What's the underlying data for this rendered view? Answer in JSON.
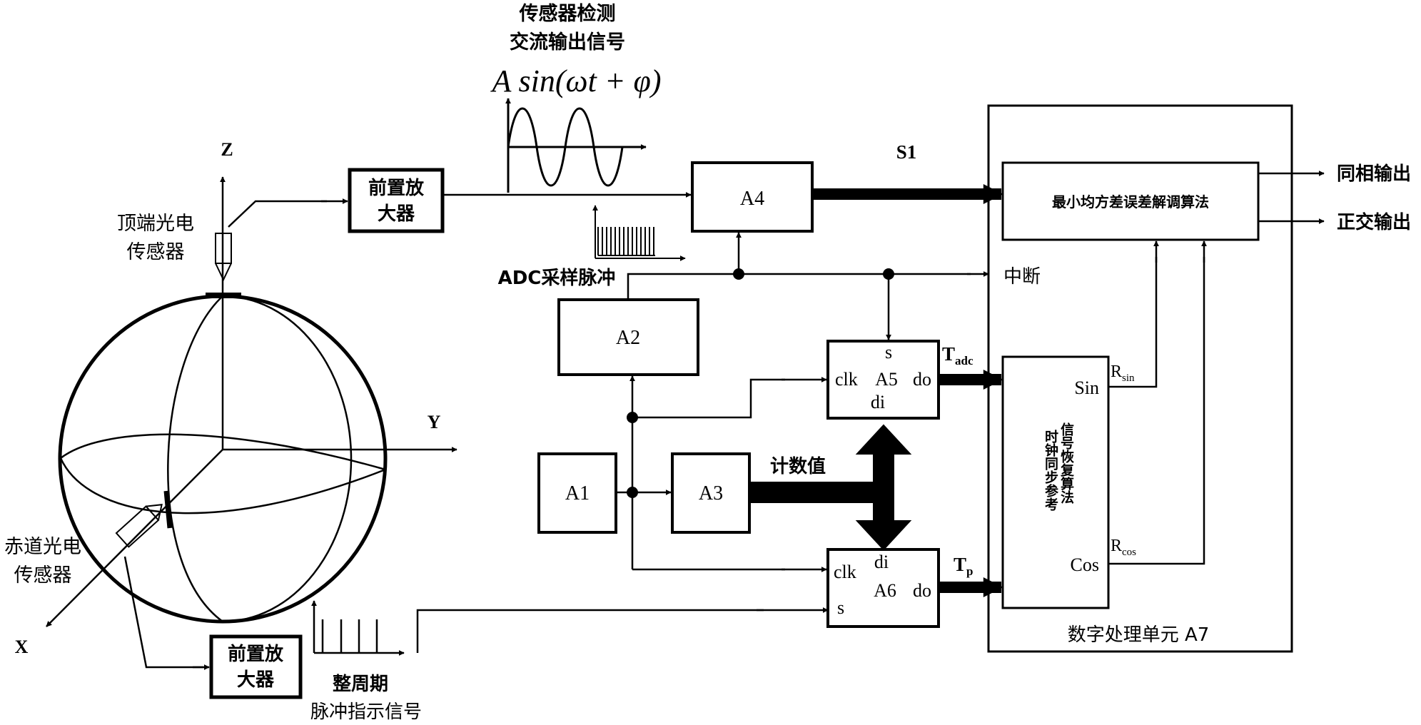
{
  "labels": {
    "sensor_signal_line1": "传感器检测",
    "sensor_signal_line2": "交流输出信号",
    "formula": "A sin(ωt + φ)",
    "axis_z": "Z",
    "axis_y": "Y",
    "axis_x": "X",
    "top_sensor_line1": "顶端光电",
    "top_sensor_line2": "传感器",
    "eq_sensor_line1": "赤道光电",
    "eq_sensor_line2": "传感器",
    "preamp_line1": "前置放",
    "preamp_line2": "大器",
    "adc_pulse": "ADC采样脉冲",
    "interrupt": "中断",
    "count_value": "计数值",
    "period_line1": "整周期",
    "period_line2": "脉冲指示信号",
    "s1": "S1",
    "t_adc": "T",
    "t_adc_sub": "adc",
    "t_p": "T",
    "t_p_sub": "p",
    "lms": "最小均方差误差解调算法",
    "inphase_out": "同相输出",
    "quadrature_out": "正交输出",
    "clock_sync_col1": "时钟同步参考",
    "clock_sync_col2": "信号恢复算法",
    "sin": "Sin",
    "cos": "Cos",
    "r_sin": "R",
    "r_sin_sub": "sin",
    "r_cos": "R",
    "r_cos_sub": "cos",
    "dpu": "数字处理单元 A7"
  },
  "blocks": {
    "a1": "A1",
    "a2": "A2",
    "a3": "A3",
    "a4": "A4",
    "a5": "A5",
    "a6": "A6"
  },
  "ports": {
    "s": "s",
    "clk": "clk",
    "do": "do",
    "di": "di"
  }
}
